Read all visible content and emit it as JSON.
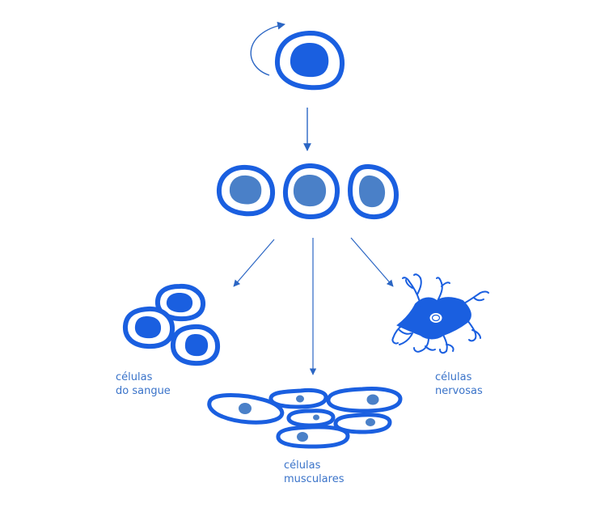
{
  "colors": {
    "ring": "#1a5fe0",
    "nucleus_dark": "#1a5fe0",
    "nucleus_light": "#4a80c8",
    "arrow": "#2b66c4",
    "label": "#3a73c9",
    "background": "#ffffff"
  },
  "labels": {
    "blood": {
      "line1": "células",
      "line2": "do sangue"
    },
    "muscle": {
      "line1": "células",
      "line2": "musculares"
    },
    "nerve": {
      "line1": "células",
      "line2": "nervosas"
    }
  },
  "icons": {
    "stem_cell": "stem-cell-icon",
    "self_renewal": "self-renewal-arrow-icon",
    "progenitor": "progenitor-cell-icon",
    "blood": "blood-cell-icon",
    "muscle": "muscle-cell-icon",
    "neuron": "neuron-icon"
  }
}
